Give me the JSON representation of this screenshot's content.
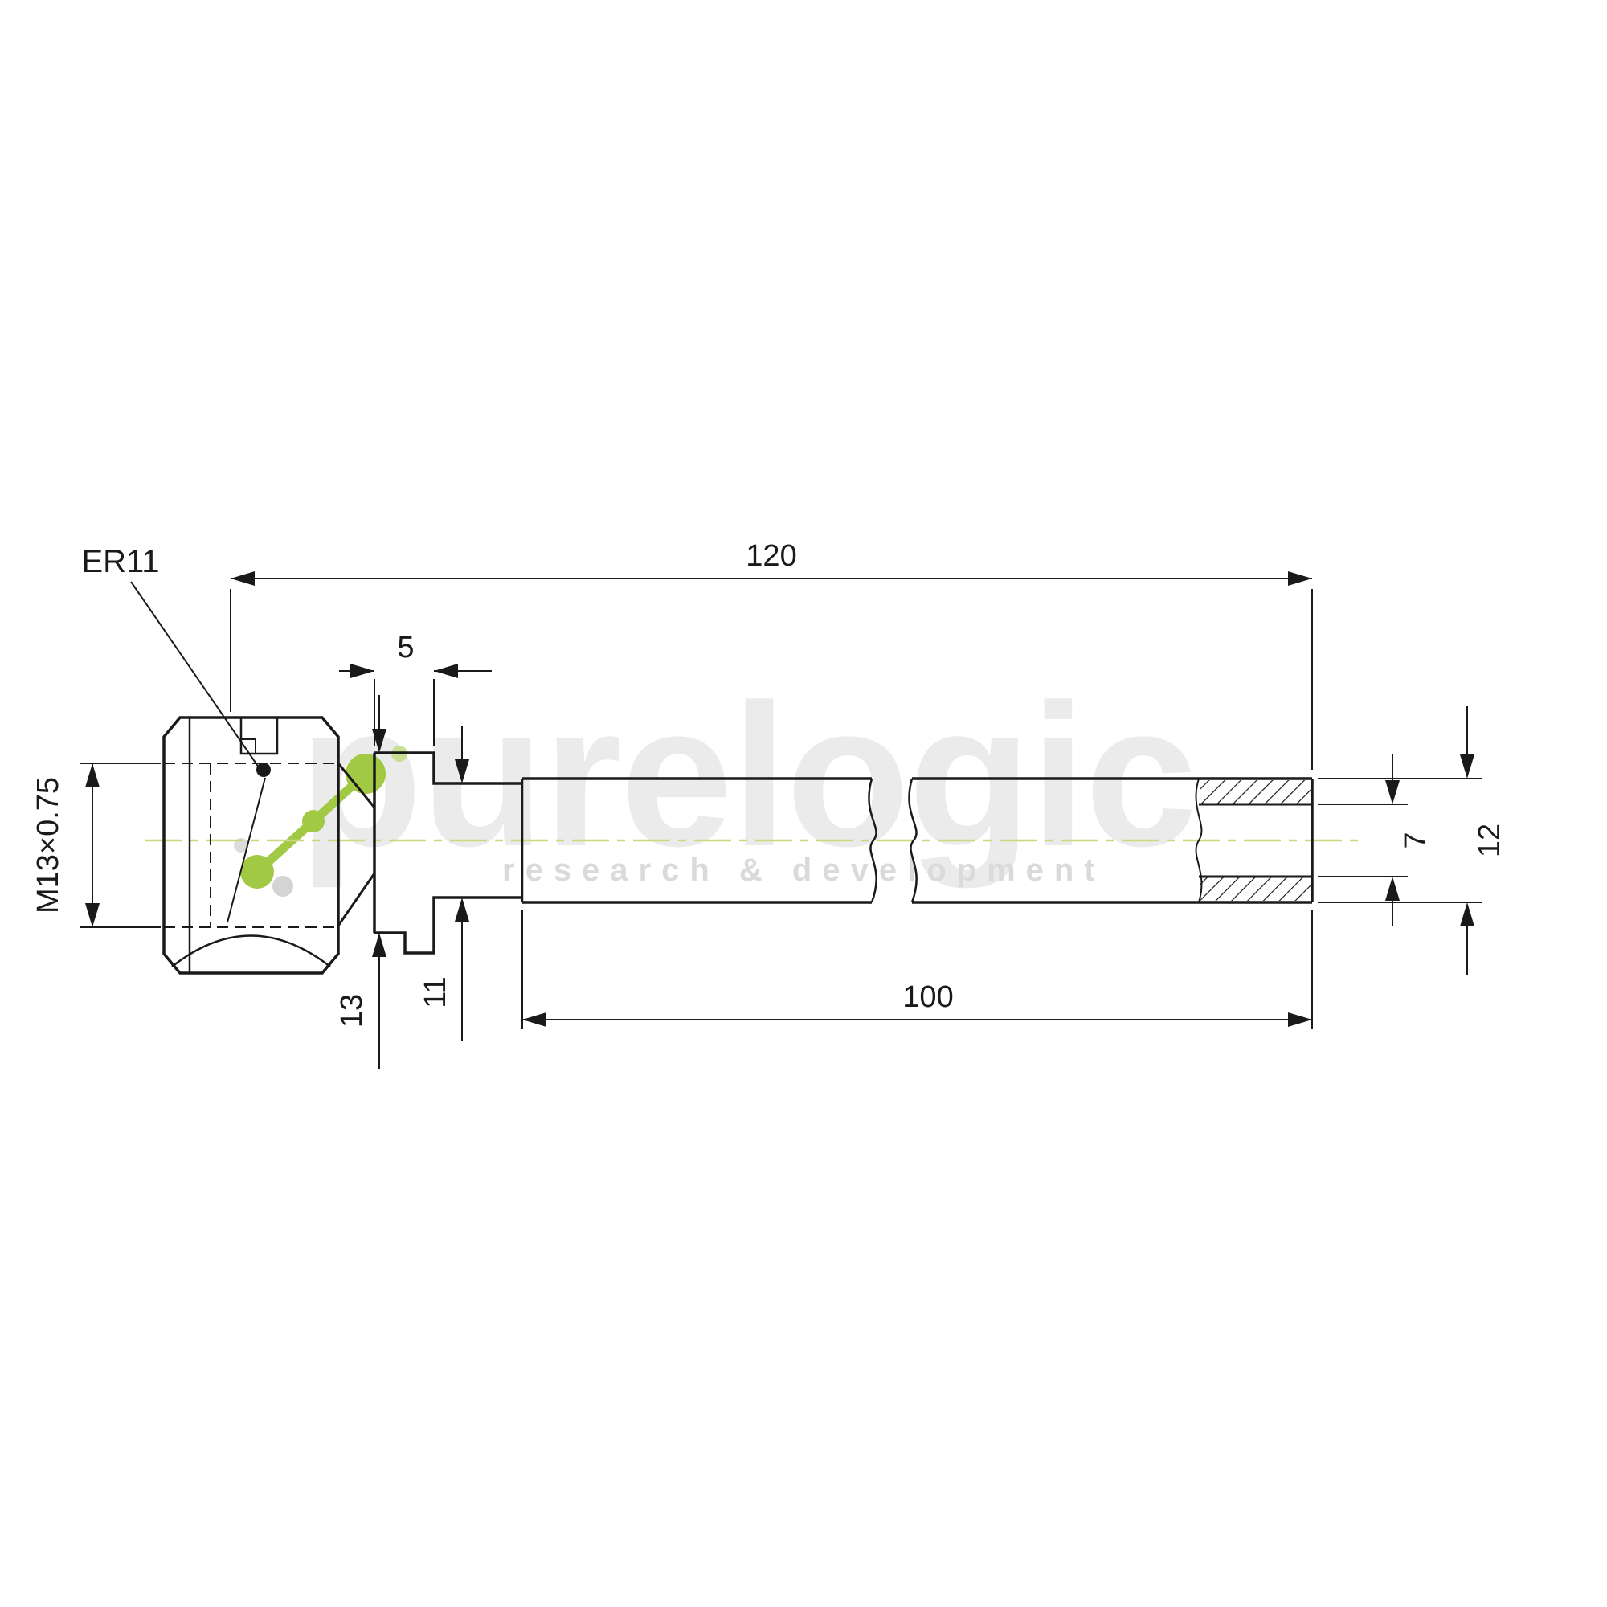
{
  "drawing_title": "ER11 collet chuck extension rod - dimensioned drawing",
  "colors": {
    "line": "#1a1a1a",
    "centerline": "#ccd77f",
    "watermark_text": "#ebebeb",
    "watermark_subtext": "#dadada",
    "logo_green": "#a2c943",
    "logo_green_light": "#c9de92",
    "logo_ghost_gray": "#d4d4d4"
  },
  "labels": {
    "collet_type": "ER11",
    "thread_spec": "M13×0.75"
  },
  "dimensions": {
    "overall_length": "120",
    "flange_width": "5",
    "thread_length": "100",
    "bore_diameter": "7",
    "shaft_diameter": "12",
    "neck_diameter": "11",
    "nut_diameter": "13"
  },
  "watermark": {
    "brand": "purelogic",
    "tagline": "research & development"
  }
}
